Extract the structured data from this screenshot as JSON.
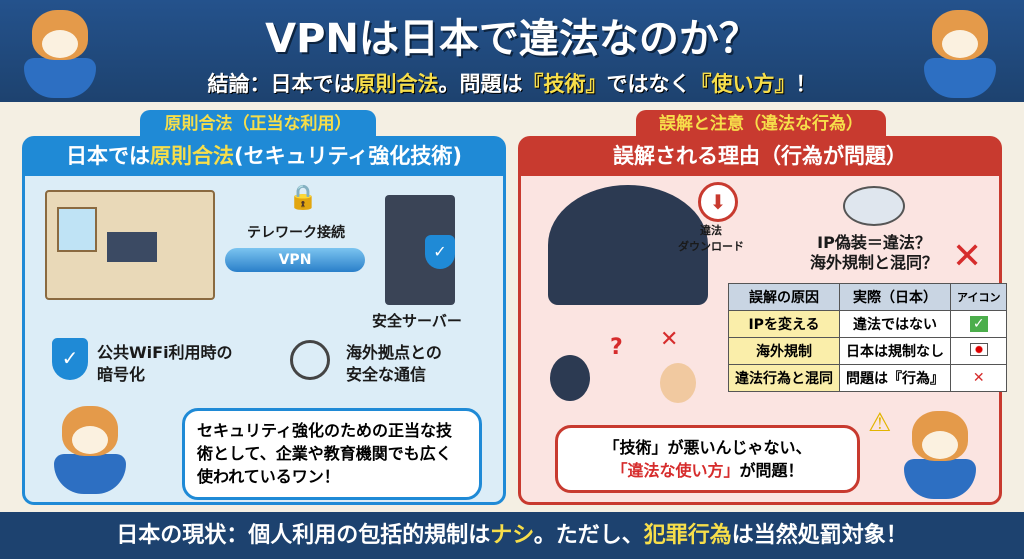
{
  "header": {
    "title": "VPNは日本で違法なのか？",
    "sub_a": "結論：日本では",
    "sub_b": "原則合法",
    "sub_c": "。問題は",
    "sub_d": "『技術』",
    "sub_e": "ではなく",
    "sub_f": "『使い方』",
    "sub_g": "！"
  },
  "left": {
    "tab": "原則合法（正当な利用）",
    "head_a": "日本では",
    "head_b": "原則合法",
    "head_c": "(セキュリティ強化技術)",
    "telework": "テレワーク接続",
    "vpn": "VPN",
    "server": "安全サーバー",
    "wifi": "公共WiFi利用時の\n暗号化",
    "overseas": "海外拠点との\n安全な通信",
    "bubble": "セキュリティ強化のための正当な技術として、企業や教育機関でも広く使われているワン！"
  },
  "right": {
    "tab": "誤解と注意（違法な行為）",
    "head": "誤解される理由（行為が問題）",
    "download": "違法\nダウンロード",
    "q1": "IP偽装＝違法？",
    "q2": "海外規制と混同？",
    "table": {
      "headers": [
        "誤解の原因",
        "実際（日本）",
        "アイコン"
      ],
      "rows": [
        {
          "cause": "IPを変える",
          "fact": "違法ではない",
          "icon": "check-icon"
        },
        {
          "cause": "海外規制",
          "fact": "日本は規制なし",
          "icon": "japan-flag-icon"
        },
        {
          "cause": "違法行為と混同",
          "fact": "問題は『行為』",
          "icon": "cross-icon"
        }
      ]
    },
    "bubble_a": "「技術」が悪いんじゃない、",
    "bubble_b": "「違法な使い方」",
    "bubble_c": "が問題！"
  },
  "footer": {
    "a": "日本の現状：個人利用の包括的規制は",
    "b": "ナシ",
    "c": "。ただし、",
    "d": "犯罪行為",
    "e": "は当然処罰対象！"
  },
  "colors": {
    "navy": "#1d426f",
    "blue": "#1f8ad6",
    "red": "#c83a2f",
    "yellow": "#f7de4a"
  }
}
